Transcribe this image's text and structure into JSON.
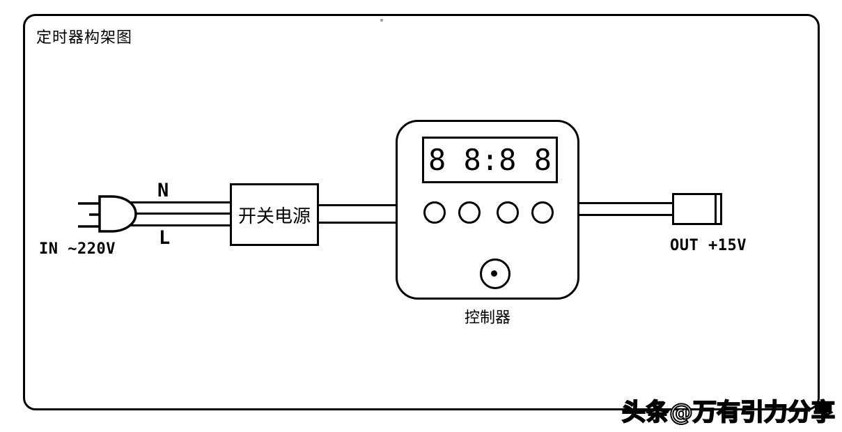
{
  "title": "定时器构架图",
  "diagram": {
    "input": {
      "label": "IN ~220V",
      "wire_top_label": "N",
      "wire_bottom_label": "L"
    },
    "psu": {
      "label": "开关电源"
    },
    "controller": {
      "display_value": "8 8:8 8",
      "label": "控制器",
      "button_count": "4"
    },
    "output": {
      "label": "OUT +15V"
    }
  },
  "watermark": "头条@万有引力分享",
  "colors": {
    "line": "#000000",
    "background": "#ffffff"
  }
}
